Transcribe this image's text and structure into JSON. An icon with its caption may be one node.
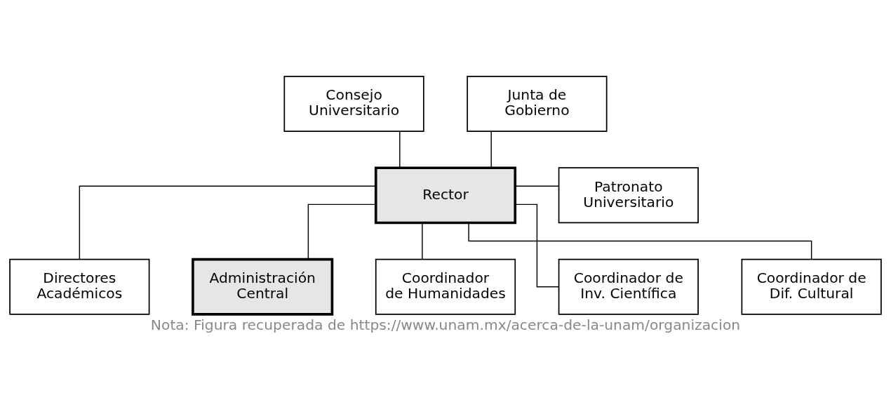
{
  "diagram": {
    "caption": "Nota: Figura recuperada de https://www.unam.mx/acerca-de-la-unam/organizacion",
    "nodes": [
      {
        "text": [
          "Consejo Universitario"
        ]
      },
      {
        "text": [
          "Junta de Gobierno"
        ]
      },
      {
        "text": [
          "Rector"
        ]
      },
      {
        "text": [
          "Patronato Universitario"
        ]
      },
      {
        "text": [
          "Directores Académicos"
        ]
      },
      {
        "text": [
          "Administración Central"
        ]
      },
      {
        "text": [
          "Coordinador de Humanidades"
        ]
      },
      {
        "text": [
          "Coordinador de Inv. Científica"
        ]
      },
      {
        "text": [
          "Coordinador de Dif. Cultural"
        ]
      }
    ],
    "edges": [
      {
        "from": 0,
        "to": 2,
        "arrow": "none"
      },
      {
        "from": 1,
        "to": 2,
        "arrow": "none"
      },
      {
        "from": 2,
        "to": 3,
        "arrow": "none"
      },
      {
        "from": 2,
        "to": 4,
        "arrow": "none"
      },
      {
        "from": 2,
        "to": 5,
        "arrow": "none"
      },
      {
        "from": 2,
        "to": 6,
        "arrow": "none"
      },
      {
        "from": 2,
        "to": 7,
        "arrow": "none"
      },
      {
        "from": 2,
        "to": 8,
        "arrow": "none"
      }
    ]
  }
}
